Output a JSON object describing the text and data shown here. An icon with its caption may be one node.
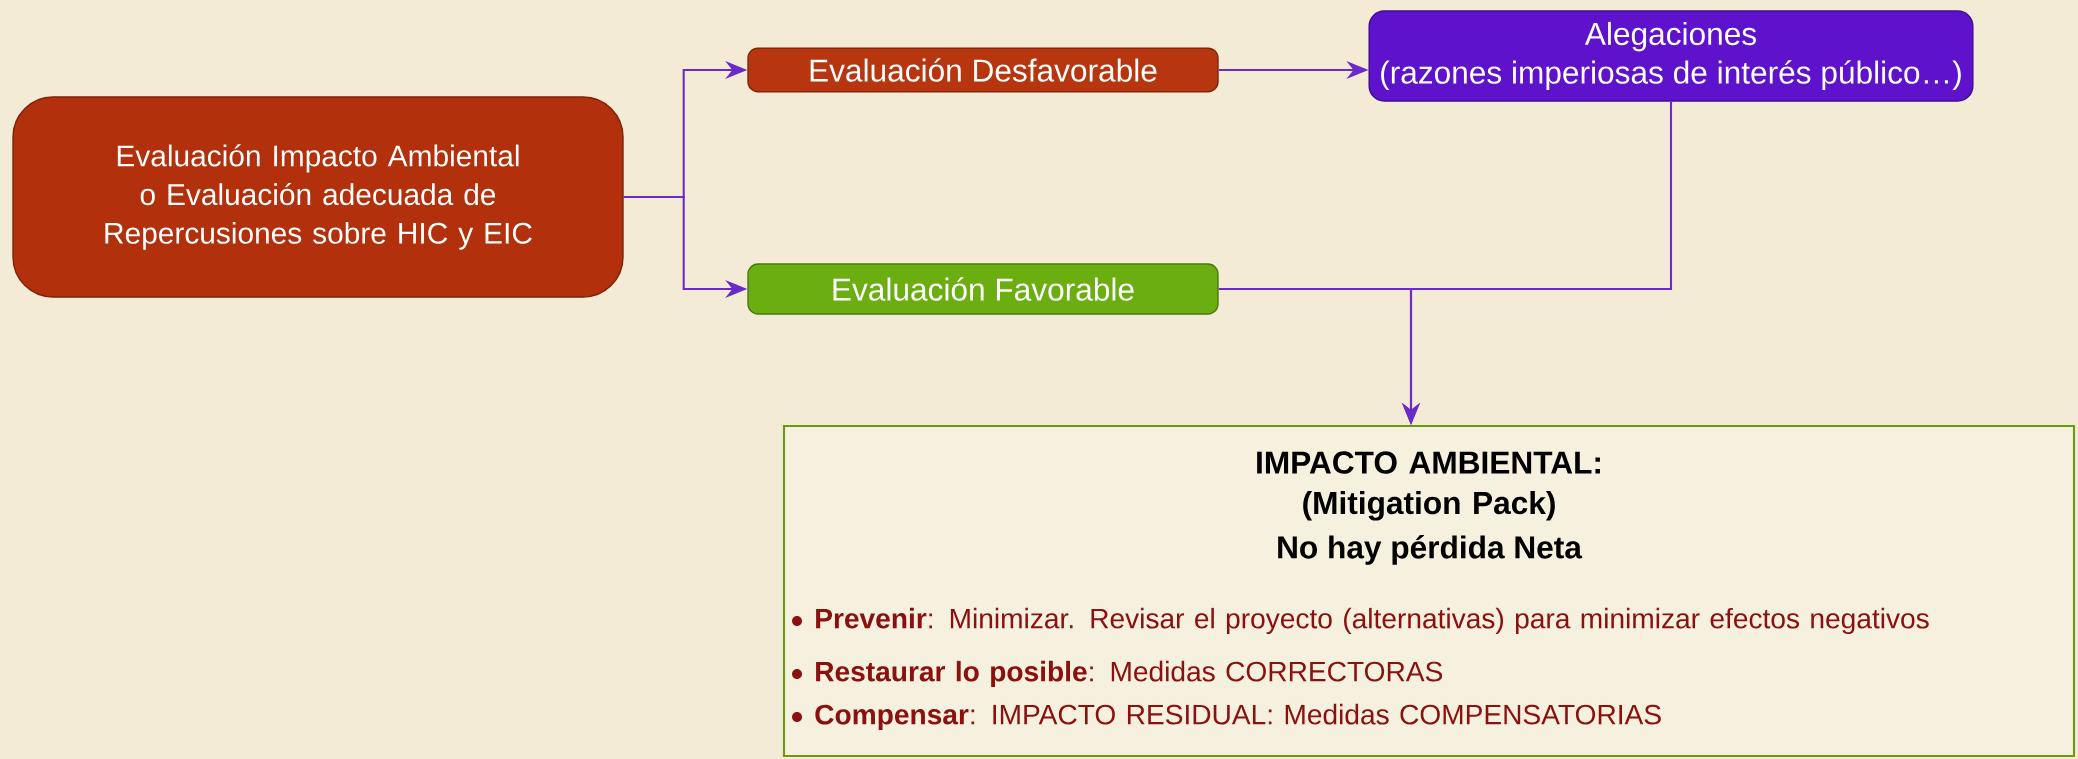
{
  "diagram": {
    "nodes": [
      {
        "text": [
          "Evaluación Impacto Ambiental o Evaluación adecuada de Repercusiones sobre HIC y EIC"
        ]
      },
      {
        "text": [
          "Evaluación Desfavorable"
        ]
      },
      {
        "text": [
          "Evaluación Favorable"
        ]
      },
      {
        "text": [
          "Alegaciones",
          "(razones imperiosas de interés público…)"
        ]
      },
      {
        "text": [
          "IMPACTO AMBIENTAL: (Mitigation Pack)",
          "No hay pérdida Neta",
          "**Prevenir**: Minimizar. Revisar el proyecto (alternativas) para minimizar efectos negativos",
          "**Restaurar lo posible**: Medidas CORRECTORAS",
          "**Compensar**:   IMPACTO RESIDUAL: Medidas COMPENSATORIAS"
        ]
      }
    ],
    "edges": [
      {
        "from": 0,
        "to": 1,
        "arrow": "to"
      },
      {
        "from": 0,
        "to": 2,
        "arrow": "to"
      },
      {
        "from": 1,
        "to": 3,
        "arrow": "to"
      },
      {
        "from": 3,
        "to": 4,
        "arrow": "to"
      },
      {
        "from": 2,
        "to": 4,
        "arrow": "to"
      }
    ]
  }
}
